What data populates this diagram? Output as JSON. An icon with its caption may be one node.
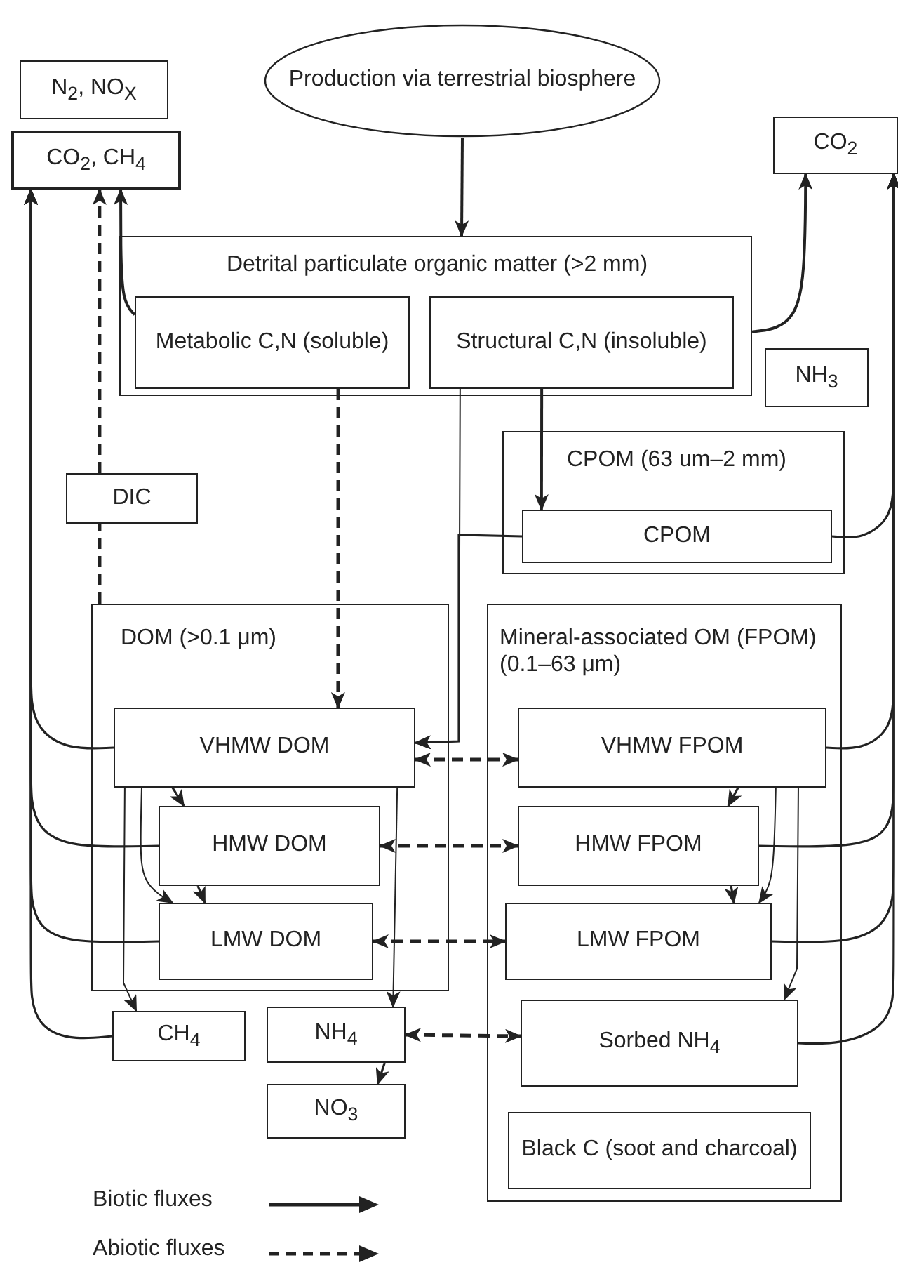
{
  "diagram": {
    "nodes": [
      {
        "text": [
          "N$_{2}$, NO$_{X}$"
        ]
      },
      {
        "text": [
          "CO$_{2}$, CH$_{4}$"
        ]
      },
      {
        "text": [
          "Production via terrestrial biosphere"
        ]
      },
      {
        "text": [
          "CO$_{2}$"
        ]
      },
      {
        "text": [
          "Detrital particulate organic  matter (>2 mm)"
        ]
      },
      {
        "text": [
          "Metabolic C,N (soluble)"
        ],
        "in": 4
      },
      {
        "text": [
          "Structural C,N (insoluble)"
        ],
        "in": 4
      },
      {
        "text": [
          "NH$_{3}$"
        ]
      },
      {
        "text": [
          "CPOM (63 um–2 mm)"
        ]
      },
      {
        "text": [
          "CPOM"
        ],
        "in": 8
      },
      {
        "text": [
          "DIC"
        ]
      },
      {
        "text": [
          "DOM (>0.1 μm)"
        ]
      },
      {
        "text": [
          "VHMW DOM"
        ],
        "in": 11
      },
      {
        "text": [
          "HMW DOM"
        ],
        "in": 11
      },
      {
        "text": [
          "LMW DOM"
        ],
        "in": 11
      },
      {
        "text": [
          "Mineral-associated OM (FPOM) (0.1–63 μm)"
        ]
      },
      {
        "text": [
          "VHMW FPOM"
        ],
        "in": 15
      },
      {
        "text": [
          "HMW  FPOM"
        ],
        "in": 15
      },
      {
        "text": [
          "LMW  FPOM"
        ],
        "in": 15
      },
      {
        "text": [
          "CH$_{4}$"
        ]
      },
      {
        "text": [
          "NH$_{4}$"
        ]
      },
      {
        "text": [
          "Sorbed NH$_{4}$"
        ],
        "in": 15
      },
      {
        "text": [
          "NO$_{3}$"
        ]
      },
      {
        "text": [
          "Black C (soot and charcoal)"
        ],
        "in": 15
      }
    ],
    "edges": [
      {
        "from": 2,
        "to": 4,
        "arrow": "to"
      },
      {
        "from": 5,
        "to": 1,
        "arrow": "to"
      },
      {
        "from": 4,
        "to": 3,
        "arrow": "to"
      },
      {
        "from": 10,
        "to": 1,
        "arrow": "to",
        "style": "dashed"
      },
      {
        "from": 11,
        "to": 10,
        "arrow": "none",
        "style": "dashed"
      },
      {
        "from": 5,
        "to": 12,
        "arrow": "to",
        "style": "dashed"
      },
      {
        "from": 6,
        "to": 9,
        "arrow": "to"
      },
      {
        "from": 6,
        "to": 12,
        "arrow": "to"
      },
      {
        "from": 9,
        "to": 12,
        "arrow": "to"
      },
      {
        "from": 9,
        "to": 3,
        "arrow": "to"
      },
      {
        "from": 16,
        "to": 3,
        "arrow": "to"
      },
      {
        "from": 17,
        "to": 3,
        "arrow": "to"
      },
      {
        "from": 18,
        "to": 3,
        "arrow": "to"
      },
      {
        "from": 21,
        "to": 3,
        "arrow": "to"
      },
      {
        "from": 12,
        "to": 1,
        "arrow": "to"
      },
      {
        "from": 13,
        "to": 1,
        "arrow": "to"
      },
      {
        "from": 14,
        "to": 1,
        "arrow": "to"
      },
      {
        "from": 19,
        "to": 1,
        "arrow": "to"
      },
      {
        "from": 12,
        "to": 13,
        "arrow": "to"
      },
      {
        "from": 12,
        "to": 14,
        "arrow": "to"
      },
      {
        "from": 13,
        "to": 14,
        "arrow": "to"
      },
      {
        "from": 12,
        "to": 19,
        "arrow": "to"
      },
      {
        "from": 12,
        "to": 20,
        "arrow": "to"
      },
      {
        "from": 16,
        "to": 17,
        "arrow": "to"
      },
      {
        "from": 16,
        "to": 18,
        "arrow": "to"
      },
      {
        "from": 17,
        "to": 18,
        "arrow": "to"
      },
      {
        "from": 16,
        "to": 21,
        "arrow": "to"
      },
      {
        "from": 12,
        "to": 16,
        "arrow": "both",
        "style": "dashed"
      },
      {
        "from": 13,
        "to": 17,
        "arrow": "both",
        "style": "dashed"
      },
      {
        "from": 14,
        "to": 18,
        "arrow": "both",
        "style": "dashed"
      },
      {
        "from": 20,
        "to": 21,
        "arrow": "both",
        "style": "dashed"
      },
      {
        "from": 20,
        "to": 22,
        "arrow": "to"
      }
    ],
    "legend": [
      {
        "text": "Biotic fluxes"
      },
      {
        "text": "Abiotic fluxes"
      }
    ]
  }
}
